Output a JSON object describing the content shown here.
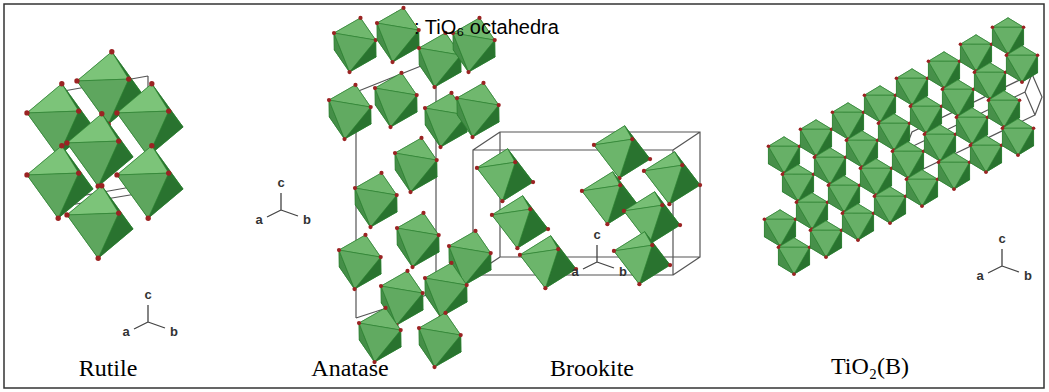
{
  "diagram": {
    "labels": [
      "c",
      "a",
      "b",
      "c",
      "a",
      "b",
      "c",
      "a",
      "b",
      "c",
      "a",
      "b",
      "Rutile",
      "Anatase",
      "Brookite",
      "TiO₂(B)"
    ],
    "legend": [
      {
        "text": ": TiO₆ octahedra"
      }
    ]
  }
}
